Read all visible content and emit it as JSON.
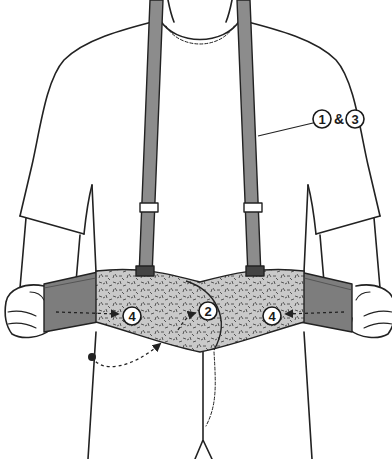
{
  "diagram": {
    "nodes": [
      {
        "text": [
          "1"
        ]
      },
      {
        "text": [
          "3"
        ]
      },
      {
        "text": [
          "4"
        ]
      },
      {
        "text": [
          "2"
        ]
      },
      {
        "text": [
          "4"
        ]
      }
    ],
    "labels": [
      "&"
    ]
  }
}
